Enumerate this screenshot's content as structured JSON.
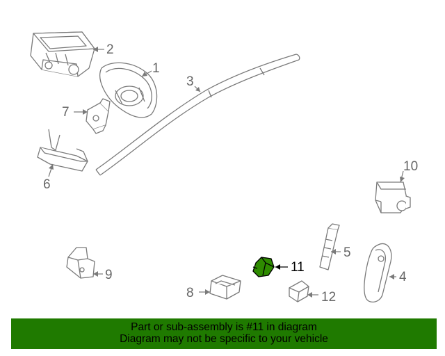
{
  "diagram": {
    "callouts": [
      {
        "id": "1",
        "text": "1"
      },
      {
        "id": "2",
        "text": "2"
      },
      {
        "id": "3",
        "text": "3"
      },
      {
        "id": "4",
        "text": "4"
      },
      {
        "id": "5",
        "text": "5"
      },
      {
        "id": "6",
        "text": "6"
      },
      {
        "id": "7",
        "text": "7"
      },
      {
        "id": "8",
        "text": "8"
      },
      {
        "id": "9",
        "text": "9"
      },
      {
        "id": "10",
        "text": "10"
      },
      {
        "id": "11",
        "text": "11"
      },
      {
        "id": "12",
        "text": "12"
      }
    ],
    "highlighted_part": "11",
    "highlight_color": "#2e8b00",
    "line_color": "#7a7a7a"
  },
  "banner": {
    "line1": "Part or sub-assembly is #11 in diagram",
    "line2": "Diagram may not be specific to your vehicle",
    "background": "#1f7a00"
  }
}
